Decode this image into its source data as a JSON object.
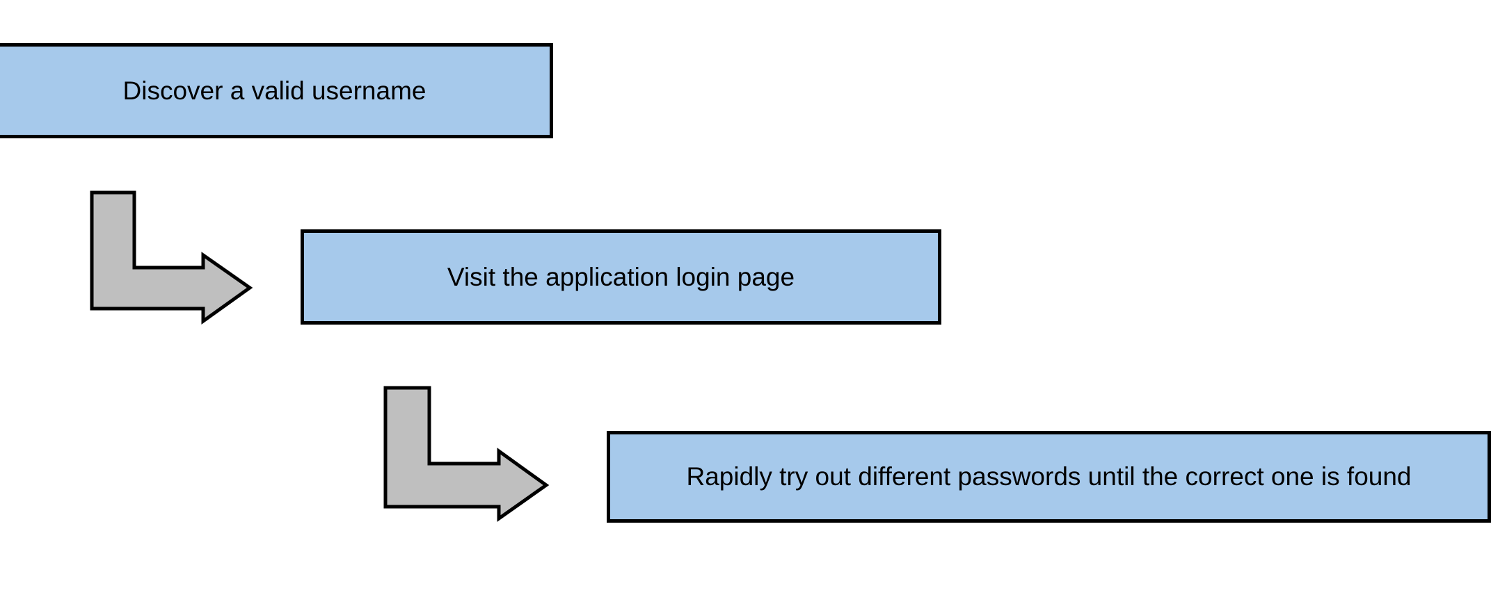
{
  "colors": {
    "box_fill": "#a6c9eb",
    "box_border": "#000000",
    "arrow_fill": "#bfbfbf",
    "arrow_border": "#000000",
    "background": "#ffffff"
  },
  "steps": [
    {
      "label": "Discover a valid username"
    },
    {
      "label": "Visit the application login page"
    },
    {
      "label": "Rapidly try out different passwords until the correct one is found"
    }
  ],
  "connectors": [
    {
      "icon": "bent-arrow-right-icon",
      "from_step": 1,
      "to_step": 2
    },
    {
      "icon": "bent-arrow-right-icon",
      "from_step": 2,
      "to_step": 3
    }
  ]
}
